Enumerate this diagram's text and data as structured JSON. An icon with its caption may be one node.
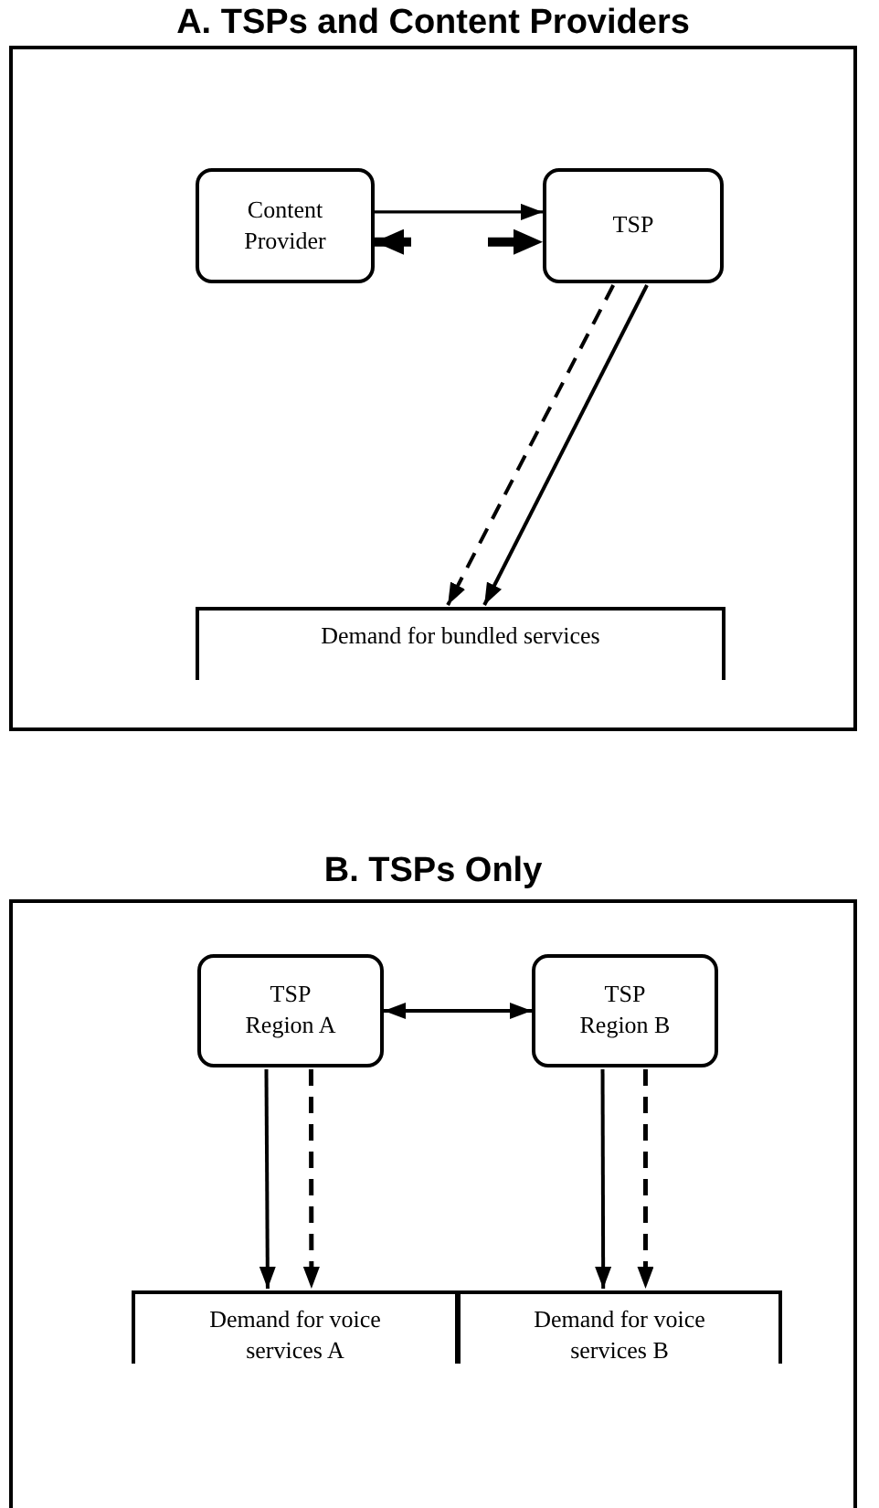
{
  "diagram": {
    "nodes": [
      {
        "text": [
          "A. TSPs and Content Providers"
        ]
      },
      {
        "text": [
          "Content Provider"
        ],
        "in": 0
      },
      {
        "text": [
          "TSP"
        ],
        "in": 0
      },
      {
        "text": [
          "Demand for bundled services"
        ],
        "in": 0
      },
      {
        "text": [
          "B. TSPs Only"
        ]
      },
      {
        "text": [
          "TSP Region A"
        ],
        "in": 4
      },
      {
        "text": [
          "TSP Region B"
        ],
        "in": 4
      },
      {
        "text": [
          "Demand for voice services A"
        ],
        "in": 4
      },
      {
        "text": [
          "Demand for voice services B"
        ],
        "in": 4
      }
    ],
    "edges": [
      {
        "from": 1,
        "to": 2,
        "arrow": "to"
      },
      {
        "from": 1,
        "to": 2,
        "arrow": "both",
        "style": "dashed"
      },
      {
        "from": 2,
        "to": 3,
        "arrow": "to",
        "style": "dashed"
      },
      {
        "from": 2,
        "to": 3,
        "arrow": "to"
      },
      {
        "from": 5,
        "to": 6,
        "arrow": "both"
      },
      {
        "from": 5,
        "to": 7,
        "arrow": "to"
      },
      {
        "from": 5,
        "to": 7,
        "arrow": "to",
        "style": "dashed"
      },
      {
        "from": 6,
        "to": 8,
        "arrow": "to"
      },
      {
        "from": 6,
        "to": 8,
        "arrow": "to",
        "style": "dashed"
      }
    ]
  }
}
